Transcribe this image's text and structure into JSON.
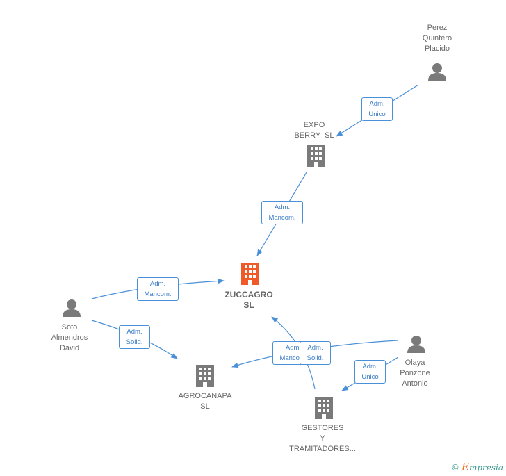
{
  "nodes": {
    "perez": {
      "lines": [
        "Perez",
        "Quintero",
        "Placido"
      ],
      "type": "person"
    },
    "expo": {
      "lines": [
        "EXPO",
        "BERRY  SL"
      ],
      "type": "company"
    },
    "zuccagro": {
      "lines": [
        "ZUCCAGRO",
        "SL"
      ],
      "type": "company",
      "highlight": "#f05a28"
    },
    "soto": {
      "lines": [
        "Soto",
        "Almendros",
        "David"
      ],
      "type": "person"
    },
    "agrocanapa": {
      "lines": [
        "AGROCANAPA",
        "SL"
      ],
      "type": "company"
    },
    "olaya": {
      "lines": [
        "Olaya",
        "Ponzone",
        "Antonio"
      ],
      "type": "person"
    },
    "gestores": {
      "lines": [
        "GESTORES",
        "Y",
        "TRAMITADORES..."
      ],
      "type": "company"
    }
  },
  "edges": {
    "perez_expo": [
      "Adm.",
      "Unico"
    ],
    "expo_zucc": [
      "Adm.",
      "Mancom."
    ],
    "soto_zucc": [
      "Adm.",
      "Mancom."
    ],
    "soto_agro": [
      "Adm.",
      "Solid."
    ],
    "olaya_agro": [
      "Adm.",
      "Mancom."
    ],
    "gest_zucc": [
      "Adm.",
      "Solid."
    ],
    "olaya_gest": [
      "Adm.",
      "Unico"
    ]
  },
  "colors": {
    "icon": "#7a7a7a",
    "main": "#f05a28",
    "edge": "#4a90d9"
  },
  "footer": {
    "copyright": "©",
    "brand_initial": "E",
    "brand_rest": "mpresia"
  }
}
